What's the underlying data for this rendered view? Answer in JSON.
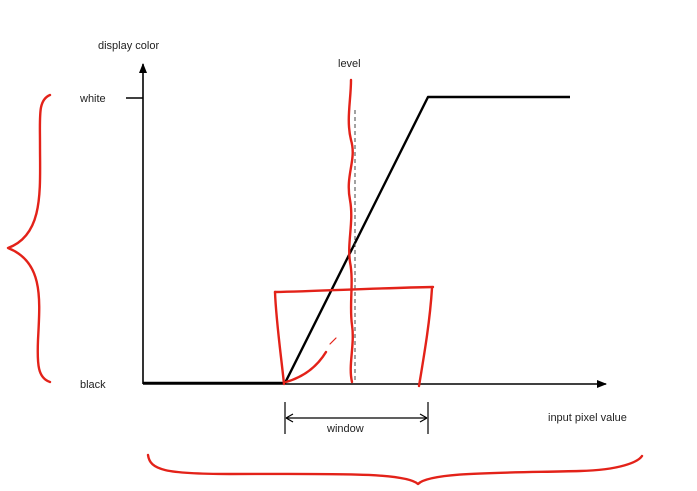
{
  "labels": {
    "y_axis": "display color",
    "x_axis": "input pixel value",
    "white": "white",
    "black": "black",
    "level": "level",
    "window": "window"
  },
  "colors": {
    "ink": "#000000",
    "annotation": "#e32219",
    "dashed": "#444444",
    "text": "#222222"
  }
}
